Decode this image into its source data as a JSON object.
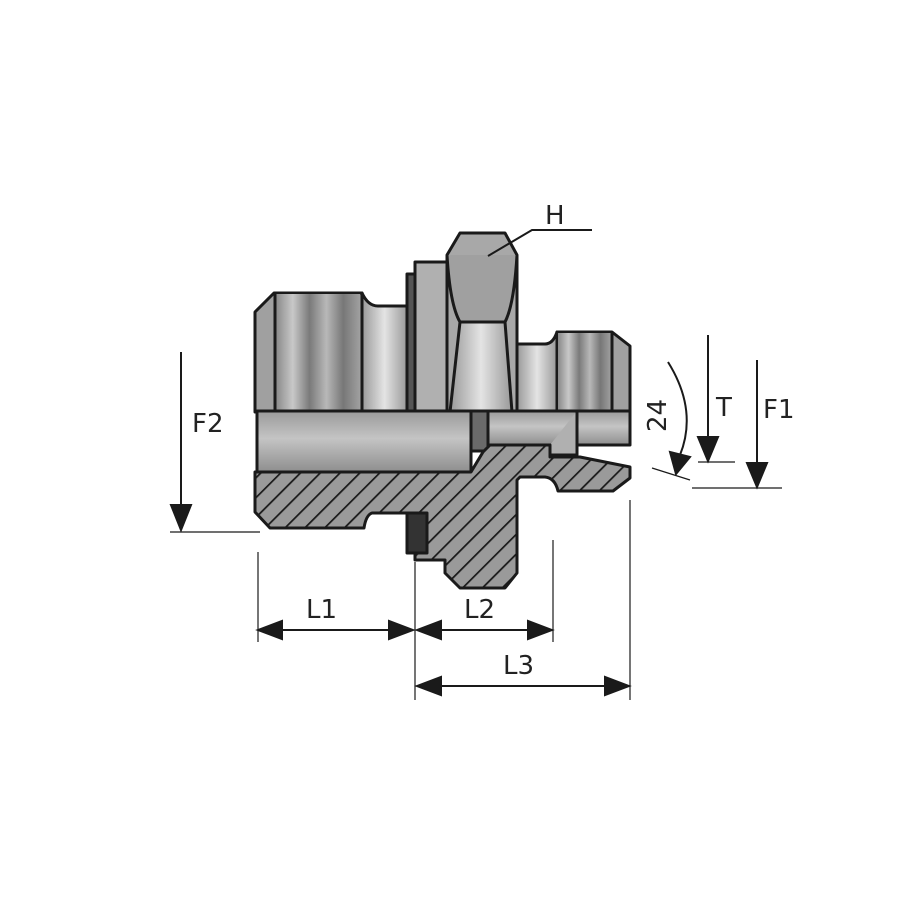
{
  "labels": {
    "H": "H",
    "F2": "F2",
    "F1": "F1",
    "T": "T",
    "angle": "24",
    "L1": "L1",
    "L2": "L2",
    "L3": "L3"
  },
  "colors": {
    "outline": "#1a1a1a",
    "metal": "#a6a6a6",
    "metal_dark": "#6e6e6e",
    "seal": "#3a3a3a"
  }
}
